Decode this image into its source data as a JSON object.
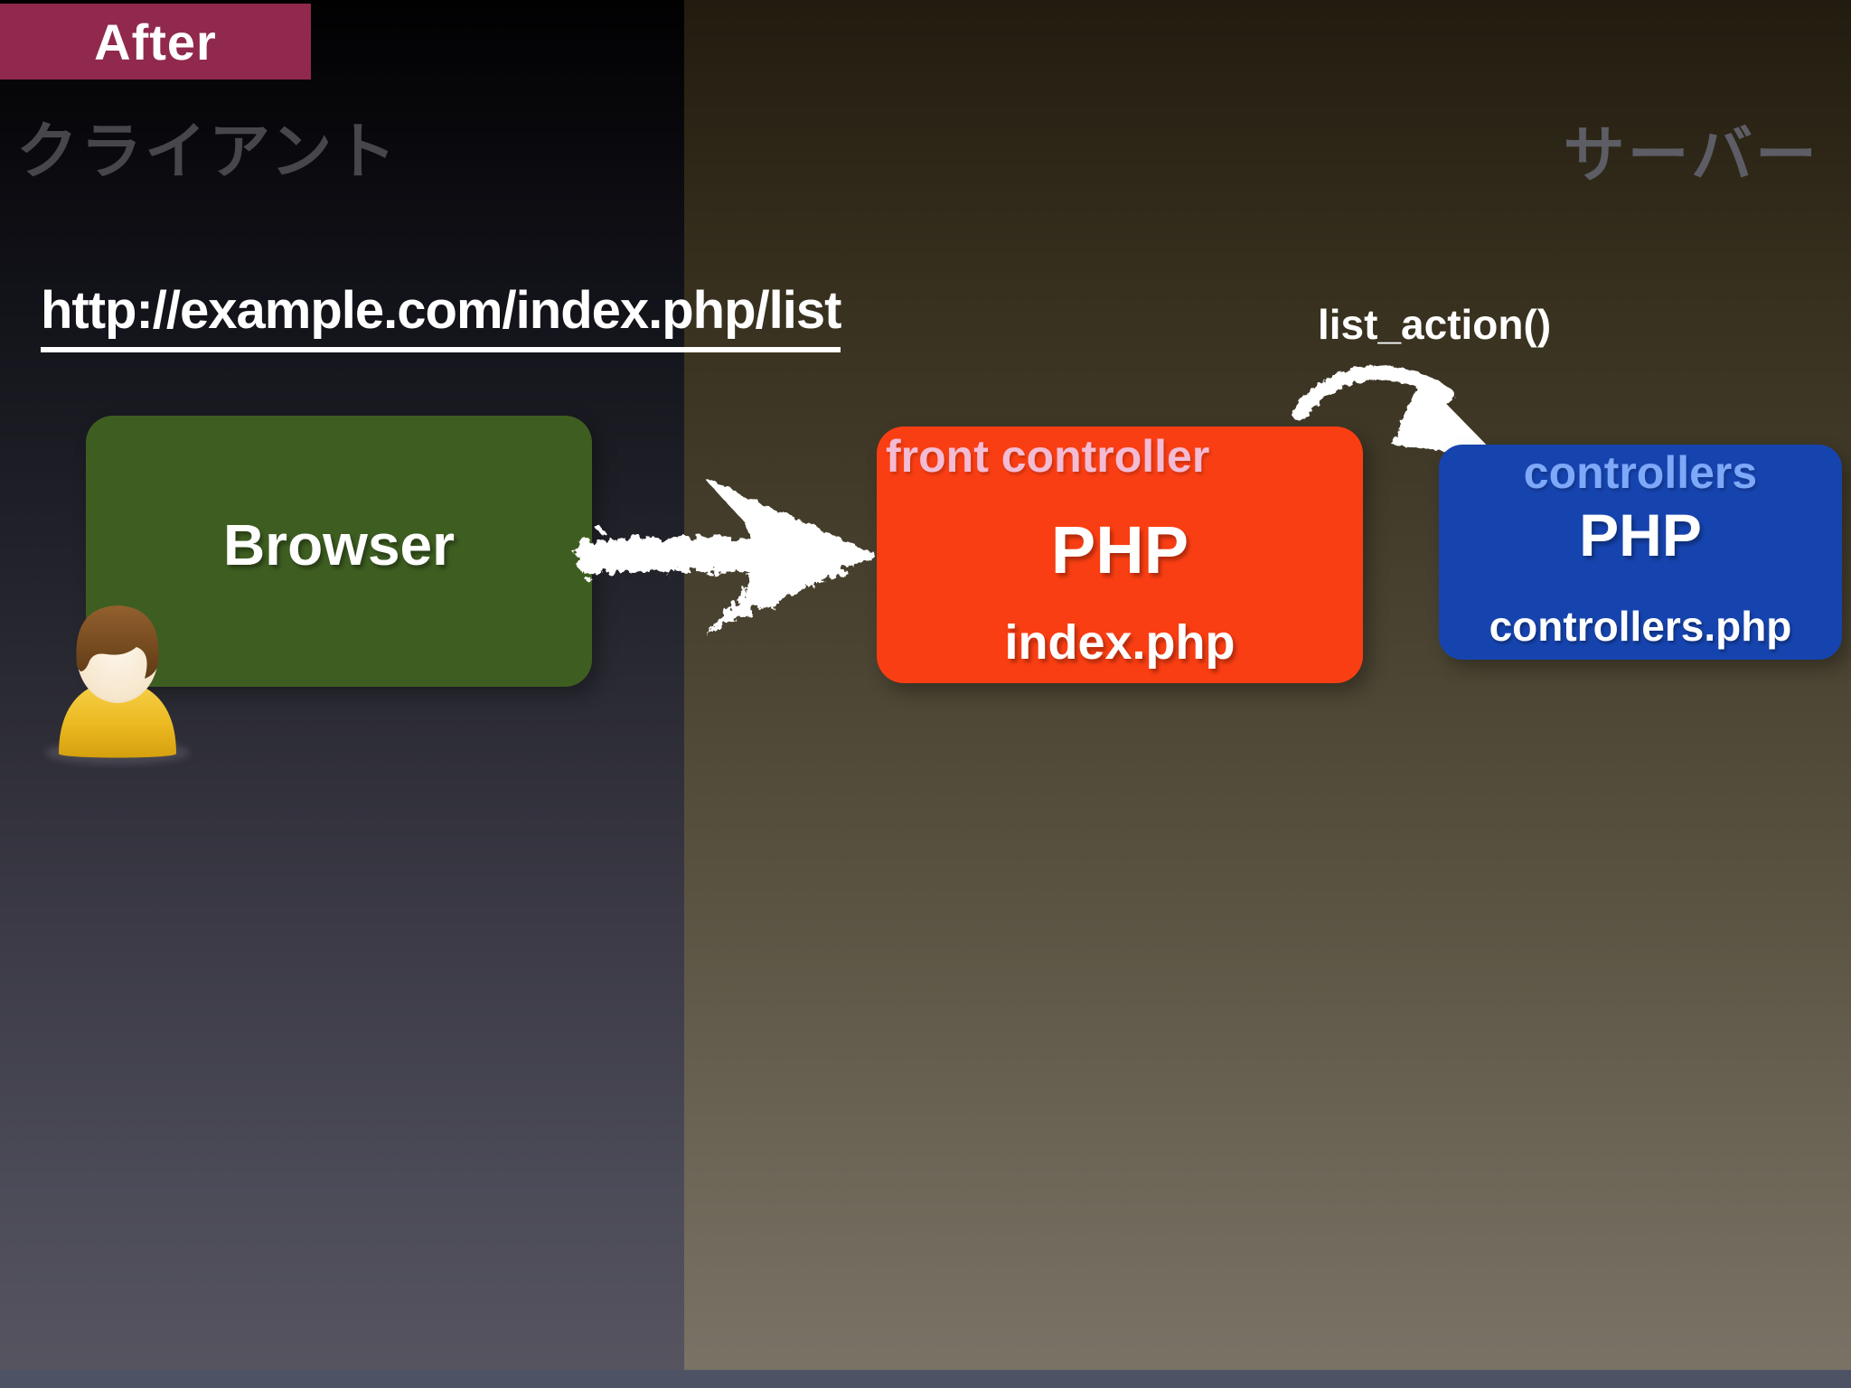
{
  "slide": {
    "badge": "After",
    "client_label": "クライアント",
    "server_label": "サーバー",
    "url": "http://example.com/index.php/list",
    "function_label": "list_action()",
    "browser_box": {
      "label": "Browser"
    },
    "front_controller_box": {
      "title": "front controller",
      "tech": "PHP",
      "file": "index.php"
    },
    "controllers_box": {
      "title": "controllers",
      "tech": "PHP",
      "file": "controllers.php"
    },
    "colors": {
      "badge_bg": "#90294d",
      "client_bg_top": "#010102",
      "client_bg_bottom": "#565560",
      "server_bg_top": "#221c10",
      "server_bg_bottom": "#7b7367",
      "bottom_strip": "#4d5264",
      "browser_green": "#3e5e21",
      "front_controller_red": "#fa3e13",
      "controllers_blue": "#1644af",
      "front_title_pink": "#f3bcd4",
      "controllers_title_blue": "#7ea8f8",
      "arrow_white": "#ffffff"
    }
  }
}
